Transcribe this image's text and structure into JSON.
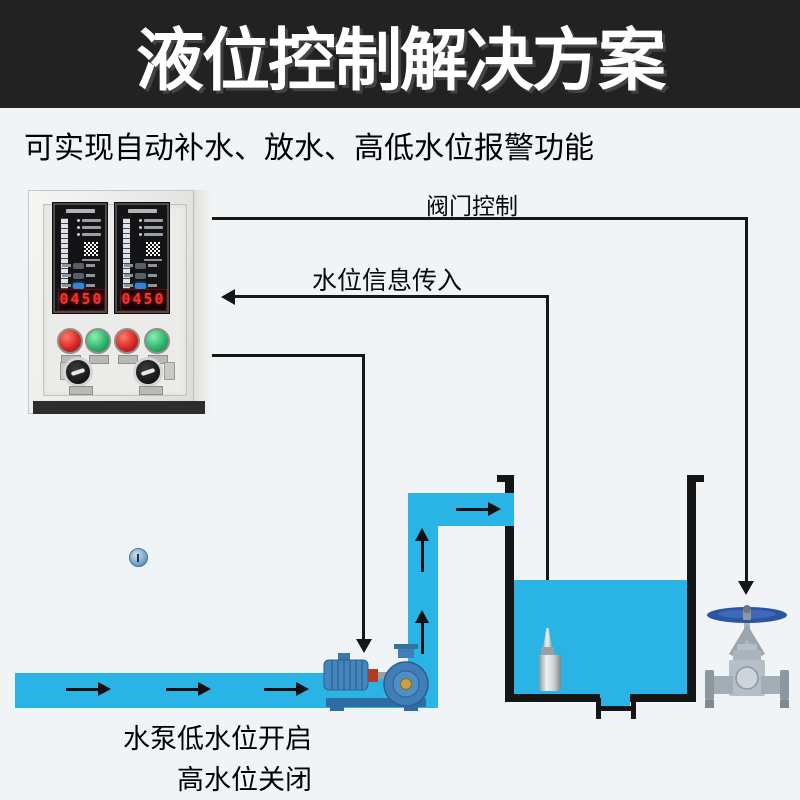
{
  "page": {
    "background_color": "#f0f4f7"
  },
  "header": {
    "title": "液位控制解决方案",
    "background_color": "#222222",
    "text_color": "#ffffff"
  },
  "subtitle": {
    "text": "可实现自动补水、放水、高低水位报警功能"
  },
  "controller": {
    "displays": [
      {
        "led_value": "0450"
      },
      {
        "led_value": "0450"
      }
    ],
    "pushbutton_colors": [
      "red",
      "green",
      "red",
      "green"
    ],
    "knob_count": 2
  },
  "annotations": {
    "valve_control": "阀门控制",
    "water_level_info": "水位信息传入",
    "pump_rule_line1": "水泵低水位开启",
    "pump_rule_line2": "高水位关闭"
  },
  "colors": {
    "pipe_and_water": "#2ab3e5",
    "signal_line": "#161616",
    "pump_blue": "#3f7eb6",
    "valve_wheel_blue": "#2b55a2",
    "led_red": "#ff2f2f",
    "button_red": "#d62828",
    "button_green": "#2fb56a"
  }
}
